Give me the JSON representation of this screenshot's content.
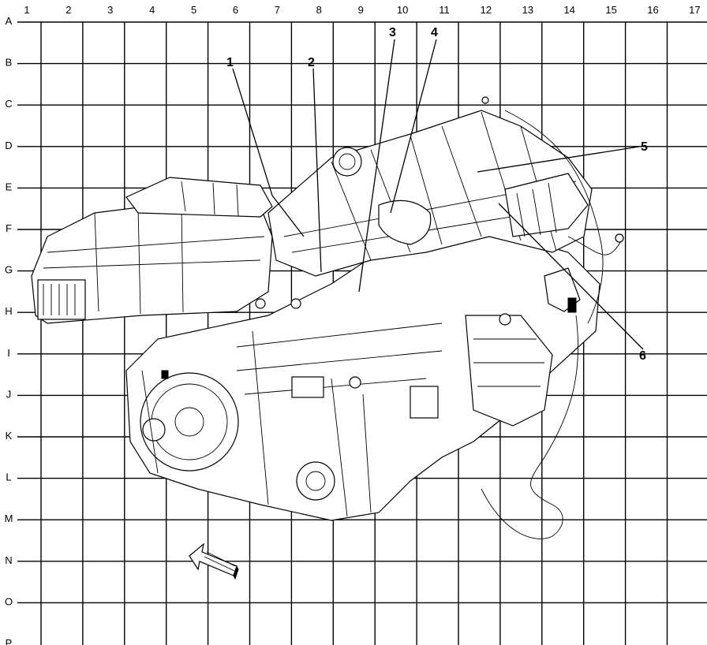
{
  "grid": {
    "columns": [
      "1",
      "2",
      "3",
      "4",
      "5",
      "6",
      "7",
      "8",
      "9",
      "10",
      "11",
      "12",
      "13",
      "14",
      "15",
      "16",
      "17"
    ],
    "rows": [
      "A",
      "B",
      "C",
      "D",
      "E",
      "F",
      "G",
      "H",
      "I",
      "J",
      "K",
      "L",
      "M",
      "N",
      "O",
      "P"
    ]
  },
  "callouts": [
    {
      "id": "1",
      "label": "1"
    },
    {
      "id": "2",
      "label": "2"
    },
    {
      "id": "3",
      "label": "3"
    },
    {
      "id": "4",
      "label": "4"
    },
    {
      "id": "5",
      "label": "5"
    },
    {
      "id": "6",
      "label": "6"
    }
  ],
  "icons": {
    "view_arrow": "front-view-arrow-icon",
    "engine": "engine-assembly-illustration"
  }
}
